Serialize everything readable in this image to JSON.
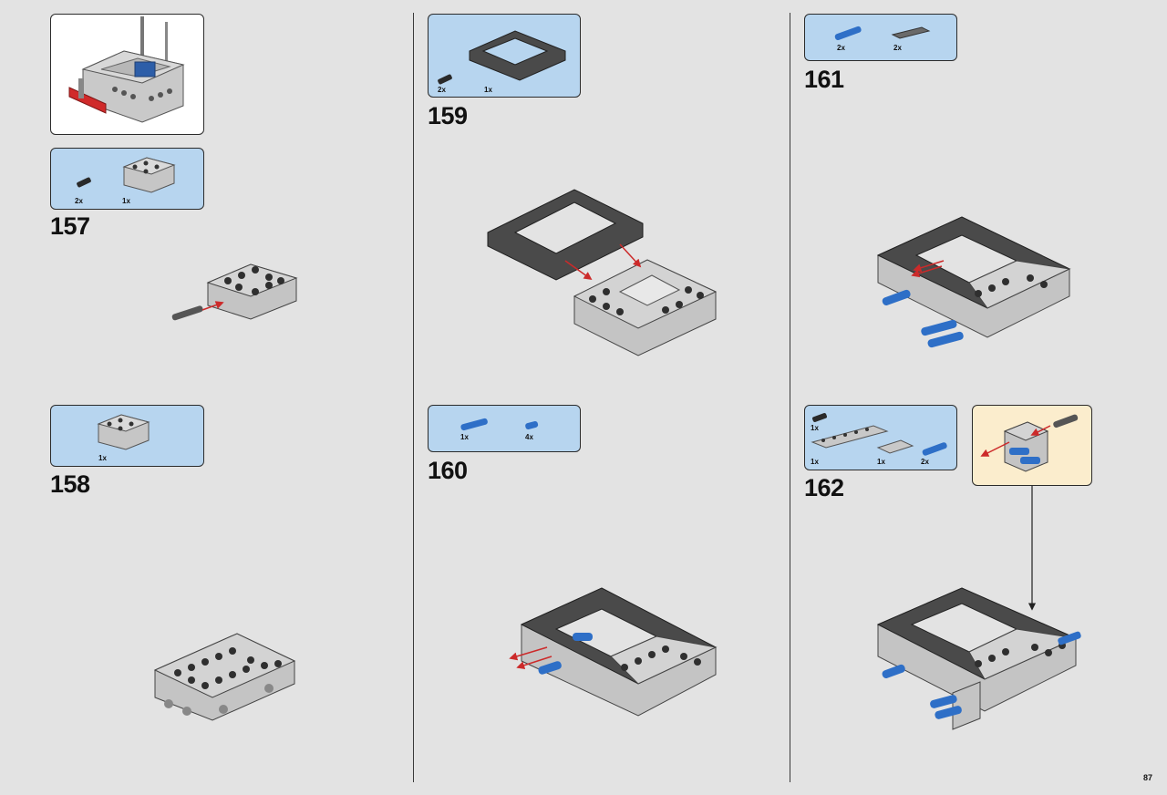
{
  "page_number": "87",
  "steps": [
    {
      "number": "157",
      "parts": [
        {
          "qty": "2x",
          "part": "friction-pin-black"
        },
        {
          "qty": "1x",
          "part": "frame-brick-light-gray"
        }
      ]
    },
    {
      "number": "158",
      "parts": [
        {
          "qty": "1x",
          "part": "frame-brick-light-gray"
        }
      ]
    },
    {
      "number": "159",
      "parts": [
        {
          "qty": "2x",
          "part": "friction-pin-black"
        },
        {
          "qty": "1x",
          "part": "open-frame-dark-gray"
        }
      ]
    },
    {
      "number": "160",
      "parts": [
        {
          "qty": "1x",
          "part": "long-pin-blue"
        },
        {
          "qty": "4x",
          "part": "short-pin-blue"
        }
      ]
    },
    {
      "number": "161",
      "parts": [
        {
          "qty": "2x",
          "part": "long-pin-blue"
        },
        {
          "qty": "2x",
          "part": "tile-dark-gray"
        }
      ]
    },
    {
      "number": "162",
      "parts": [
        {
          "qty": "1x",
          "part": "friction-pin-black"
        },
        {
          "qty": "1x",
          "part": "technic-beam-gray"
        },
        {
          "qty": "1x",
          "part": "technic-brick-gray"
        },
        {
          "qty": "2x",
          "part": "long-pin-blue"
        }
      ]
    }
  ],
  "colors": {
    "parts_box": "#b7d5ef",
    "callout_box": "#fbedcd",
    "background": "#e3e3e3",
    "arrow": "#cc2a2a",
    "blue_pin": "#2e6fc7",
    "dark_gray": "#5a5a5a",
    "light_gray": "#c4c4c4"
  }
}
